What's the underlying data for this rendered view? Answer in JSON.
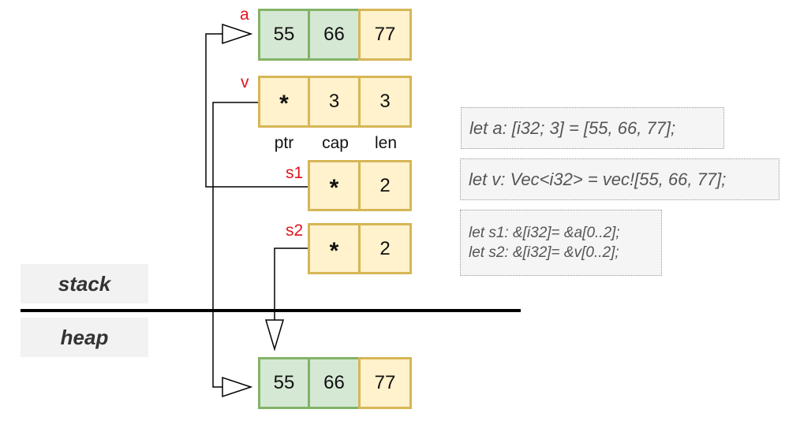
{
  "stack_label": "stack",
  "heap_label": "heap",
  "vars": {
    "a": "a",
    "v": "v",
    "s1": "s1",
    "s2": "s2"
  },
  "array_a": [
    "55",
    "66",
    "77"
  ],
  "vec_v": {
    "ptr": "*",
    "cap": "3",
    "len": "3"
  },
  "field_labels": {
    "ptr": "ptr",
    "cap": "cap",
    "len": "len"
  },
  "slice_s1": {
    "ptr": "*",
    "len": "2"
  },
  "slice_s2": {
    "ptr": "*",
    "len": "2"
  },
  "heap_data": [
    "55",
    "66",
    "77"
  ],
  "code": {
    "line_a": "let a: [i32; 3] = [55, 66, 77];",
    "line_v": "let v: Vec<i32> = vec![55, 66, 77];",
    "line_s1": "let s1: &[i32]= &a[0..2];",
    "line_s2": "let s2: &[i32]= &v[0..2];"
  },
  "colors": {
    "yellow_fill": "#fff2cc",
    "yellow_border": "#d6b656",
    "green_fill": "#d5e8d4",
    "green_border": "#82b366",
    "var_label": "#e0141e"
  }
}
